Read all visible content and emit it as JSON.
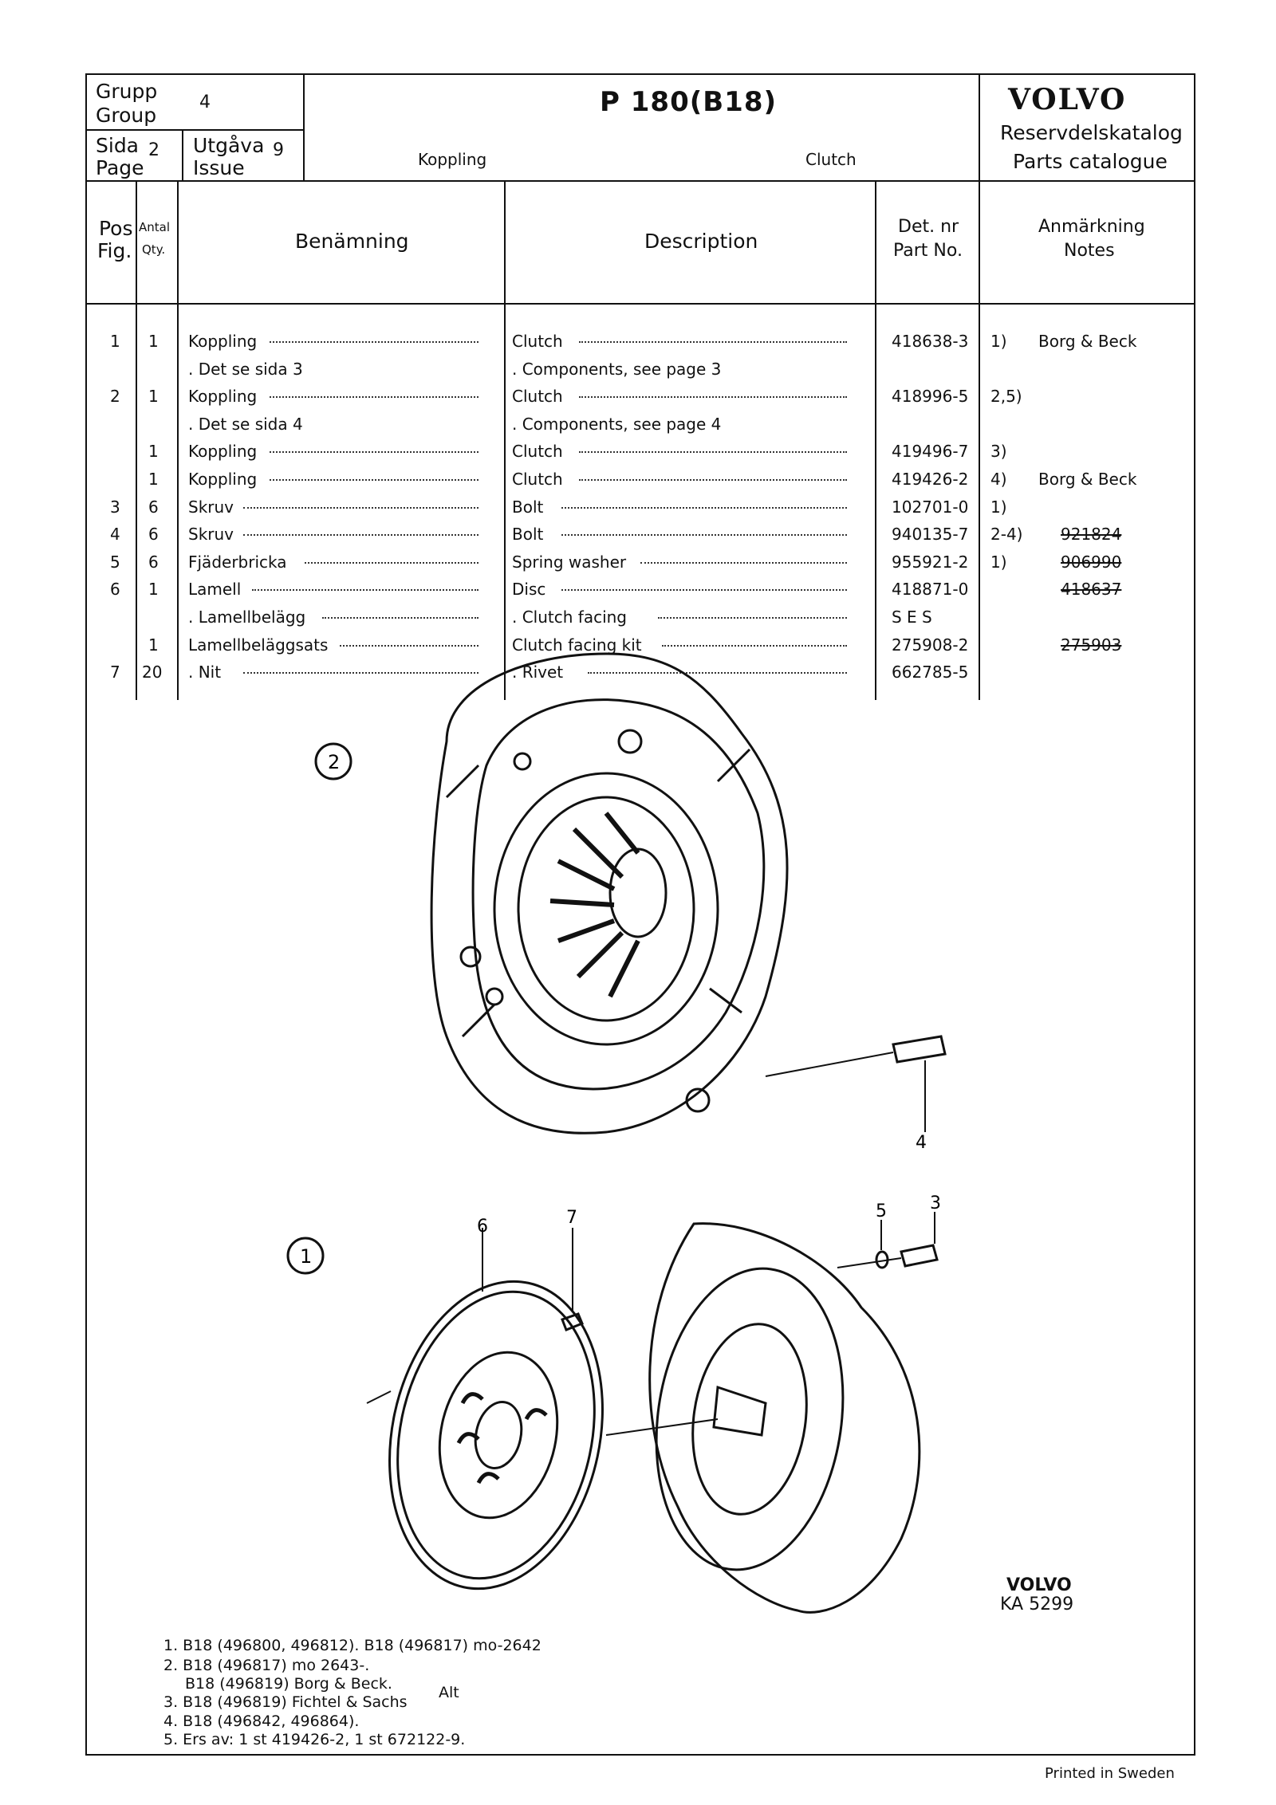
{
  "header": {
    "group_label1": "Grupp",
    "group_label2": "Group",
    "group_value": "4",
    "page_label1": "Sida",
    "page_label2": "Page",
    "page_value": "2",
    "issue_label1": "Utgåva",
    "issue_label2": "Issue",
    "issue_value": "9",
    "title": "P 180(B18)",
    "subtitle_sv": "Koppling",
    "subtitle_en": "Clutch",
    "brand": "VOLVO",
    "catalog_sv": "Reservdelskatalog",
    "catalog_en": "Parts catalogue"
  },
  "columns": {
    "pos1": "Pos",
    "pos2": "Fig.",
    "qty1": "Antal",
    "qty2": "Qty.",
    "name_sv": "Benämning",
    "description": "Description",
    "partno1": "Det. nr",
    "partno2": "Part No.",
    "notes1": "Anmärkning",
    "notes2": "Notes"
  },
  "rows": [
    {
      "pos": "1",
      "qty": "1",
      "name": "Koppling",
      "desc": "Clutch",
      "part": "418638-3",
      "note": "1)",
      "note2": "Borg & Beck",
      "old": ""
    },
    {
      "pos": "",
      "qty": "",
      "name": ". Det se sida 3",
      "desc": ". Components, see page 3",
      "part": "",
      "note": "",
      "note2": "",
      "old": ""
    },
    {
      "pos": "2",
      "qty": "1",
      "name": "Koppling",
      "desc": "Clutch",
      "part": "418996-5",
      "note": "2,5)",
      "note2": "",
      "old": ""
    },
    {
      "pos": "",
      "qty": "",
      "name": ". Det se sida 4",
      "desc": ". Components, see page 4",
      "part": "",
      "note": "",
      "note2": "",
      "old": ""
    },
    {
      "pos": "",
      "qty": "1",
      "name": "Koppling",
      "desc": "Clutch",
      "part": "419496-7",
      "note": "3)",
      "note2": "",
      "old": ""
    },
    {
      "pos": "",
      "qty": "1",
      "name": "Koppling",
      "desc": "Clutch",
      "part": "419426-2",
      "note": "4)",
      "note2": "Borg & Beck",
      "old": ""
    },
    {
      "pos": "3",
      "qty": "6",
      "name": "Skruv",
      "desc": "Bolt",
      "part": "102701-0",
      "note": "1)",
      "note2": "",
      "old": ""
    },
    {
      "pos": "4",
      "qty": "6",
      "name": "Skruv",
      "desc": "Bolt",
      "part": "940135-7",
      "note": "2-4)",
      "note2": "",
      "old": "921824"
    },
    {
      "pos": "5",
      "qty": "6",
      "name": "Fjäderbricka",
      "desc": "Spring washer",
      "part": "955921-2",
      "note": "1)",
      "note2": "",
      "old": "906990"
    },
    {
      "pos": "6",
      "qty": "1",
      "name": "Lamell",
      "desc": "Disc",
      "part": "418871-0",
      "note": "",
      "note2": "",
      "old": "418637"
    },
    {
      "pos": "",
      "qty": "",
      "name": ". Lamellbelägg",
      "desc": ". Clutch facing",
      "part": "S E S",
      "note": "",
      "note2": "",
      "old": ""
    },
    {
      "pos": "",
      "qty": "1",
      "name": "Lamellbeläggsats",
      "desc": "Clutch facing kit",
      "part": "275908-2",
      "note": "",
      "note2": "",
      "old": "275903"
    },
    {
      "pos": "7",
      "qty": "20",
      "name": ". Nit",
      "desc": ". Rivet",
      "part": "662785-5",
      "note": "",
      "note2": "",
      "old": ""
    }
  ],
  "figure": {
    "callout_2": "2",
    "callout_1": "1",
    "label_4": "4",
    "label_6": "6",
    "label_7": "7",
    "label_5": "5",
    "label_3": "3",
    "stamp1": "VOLVO",
    "stamp2": "KA 5299"
  },
  "footnotes": [
    "1. B18 (496800, 496812). B18 (496817) mo-2642",
    "2. B18 (496817) mo 2643-.",
    "    B18 (496819) Borg & Beck.",
    "3. B18 (496819) Fichtel & Sachs",
    "4. B18 (496842, 496864).",
    "5. Ers av: 1 st 419426-2, 1 st 672122-9."
  ],
  "alt_note": "Alt",
  "printed": "Printed in Sweden"
}
